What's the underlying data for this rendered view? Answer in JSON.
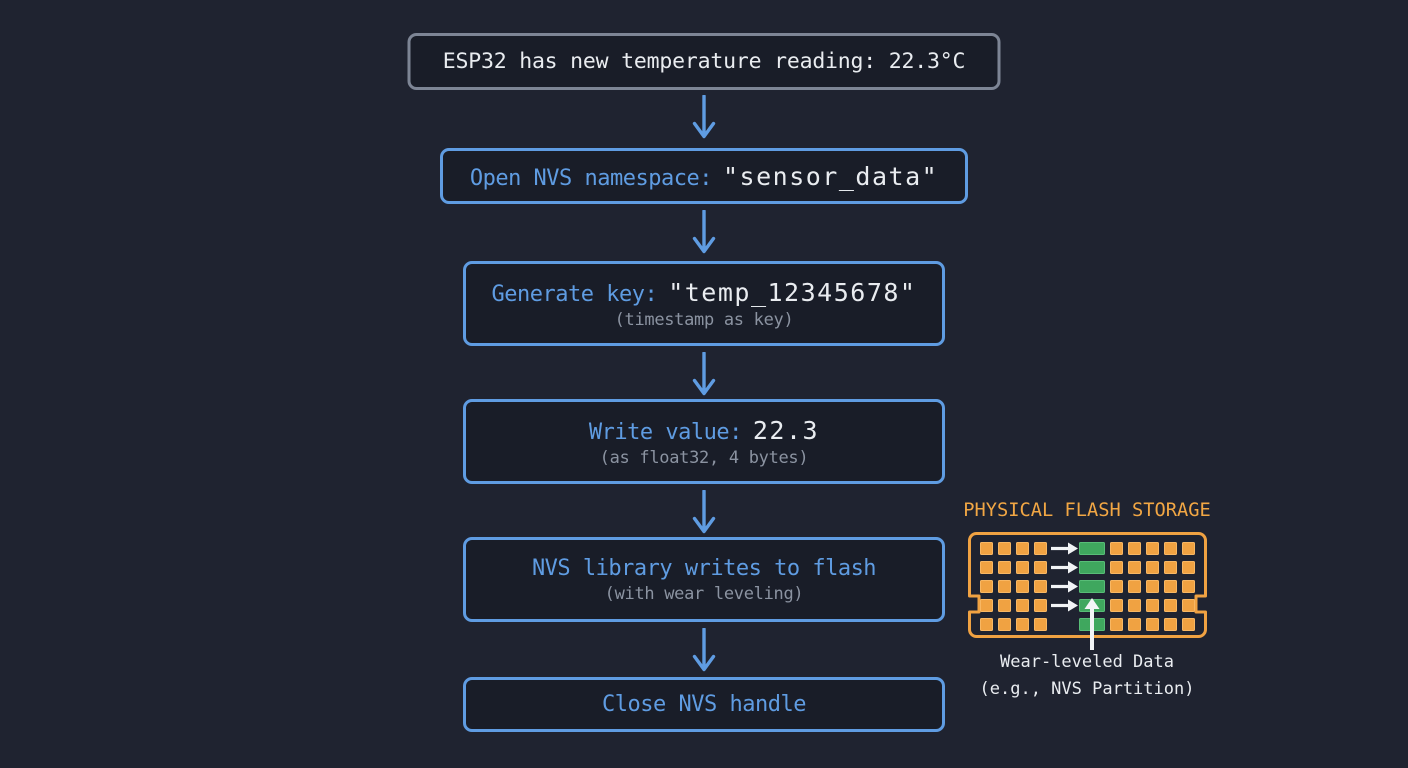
{
  "colors": {
    "background": "#1f2330",
    "box_fill": "#191d28",
    "gray_border": "#7d8595",
    "white_text": "#e9ecf0",
    "blue": "#5f9ce2",
    "muted": "#8b93a1",
    "orange": "#f0a242",
    "green": "#3fa75e"
  },
  "flow": {
    "step1": {
      "text": "ESP32 has new temperature reading: 22.3°C"
    },
    "step2": {
      "label": "Open NVS namespace:",
      "value": "\"sensor_data\""
    },
    "step3": {
      "label": "Generate key:",
      "value": "\"temp_12345678\"",
      "note": "(timestamp as key)"
    },
    "step4": {
      "label": "Write value:",
      "value": "22.3",
      "note": "(as float32, 4 bytes)"
    },
    "step5": {
      "label": "NVS library writes to flash",
      "note": "(with wear leveling)"
    },
    "step6": {
      "label": "Close NVS handle"
    }
  },
  "flash_diagram": {
    "title": "PHYSICAL FLASH STORAGE",
    "caption": [
      "Wear-leveled Data",
      "(e.g., NVS Partition)"
    ],
    "grid": {
      "rows": 5,
      "left_orange_cols": 4,
      "right_orange_cols": 5,
      "green_cols": 1,
      "write_arrow_rows": 4
    }
  }
}
